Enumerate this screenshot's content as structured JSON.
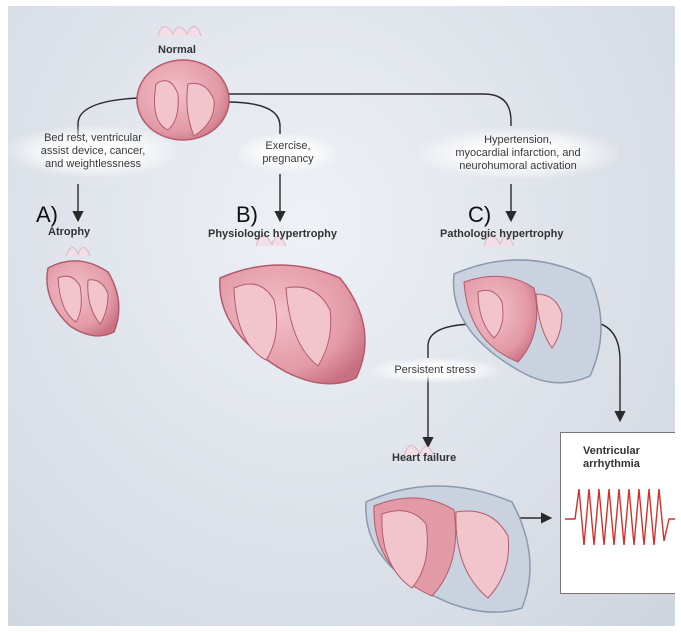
{
  "labels": {
    "normal": "Normal",
    "atrophy_causes": "Bed rest, ventricular\nassist device, cancer,\nand weightlessness",
    "exercise_causes": "Exercise,\npregnancy",
    "hypertension_causes": "Hypertension,\nmyocardial infarction, and\nneurohumoral activation",
    "atrophy": "Atrophy",
    "physiologic": "Physiologic hypertrophy",
    "pathologic": "Pathologic hypertrophy",
    "persistent_stress": "Persistent stress",
    "heart_failure": "Heart failure",
    "arrhythmia": "Ventricular\narrhythmia"
  },
  "letters": {
    "a": "A)",
    "b": "B)",
    "c": "C)"
  },
  "colors": {
    "myocardium": "#e7a6b1",
    "myocardium_dark": "#c86f80",
    "chamber": "#f2c5cc",
    "vessels": "#f3dde6",
    "fibrosis": "#c9d2de",
    "arrow": "#2a2a2a",
    "ecg": "#d4302a"
  },
  "icons": [
    "heart-normal-icon",
    "heart-atrophy-icon",
    "heart-physiologic-icon",
    "heart-pathologic-icon",
    "heart-failure-icon",
    "ecg-trace-icon"
  ]
}
